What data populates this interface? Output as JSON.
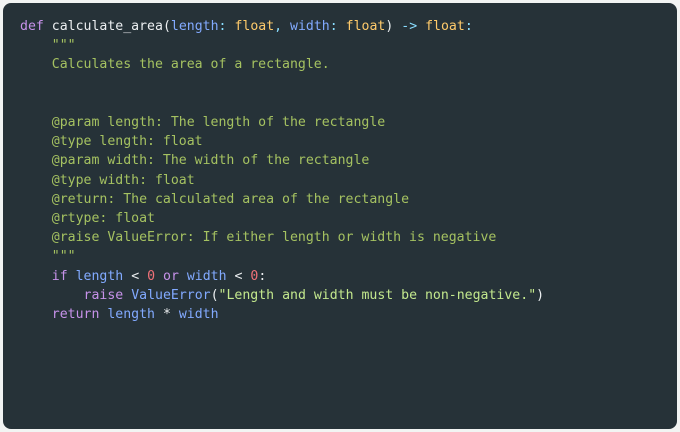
{
  "theme": {
    "page_background": "#f2f4f3",
    "editor_background": "#263238",
    "keyword_color": "#c792ea",
    "function_name_color": "#eceff1",
    "parameter_color": "#82aaff",
    "type_color": "#ffcb6b",
    "punctuation_color": "#89ddff",
    "docstring_color": "#a5c261",
    "string_color": "#c3e88d",
    "number_color": "#f07178",
    "operator_color": "#eceff1",
    "class_color": "#82aaff"
  },
  "language": "python",
  "code": {
    "plain_text": "def calculate_area(length: float, width: float) -> float:\n    \"\"\"\n    Calculates the area of a rectangle.\n\n\n    @param length: The length of the rectangle\n    @type length: float\n    @param width: The width of the rectangle\n    @type width: float\n    @return: The calculated area of the rectangle\n    @rtype: float\n    @raise ValueError: If either length or width is negative\n    \"\"\"\n    if length < 0 or width < 0:\n        raise ValueError(\"Length and width must be non-negative.\")\n    return length * width",
    "function_name": "calculate_area",
    "lines": [
      {
        "index": 1,
        "text": "def calculate_area(length: float, width: float) -> float:",
        "tokens": [
          {
            "t": "def",
            "c": "kw"
          },
          {
            "t": " ",
            "c": "plain"
          },
          {
            "t": "calculate_area",
            "c": "fnname"
          },
          {
            "t": "(",
            "c": "paren"
          },
          {
            "t": "length",
            "c": "param"
          },
          {
            "t": ":",
            "c": "punct"
          },
          {
            "t": " ",
            "c": "plain"
          },
          {
            "t": "float",
            "c": "type"
          },
          {
            "t": ",",
            "c": "punct"
          },
          {
            "t": " ",
            "c": "plain"
          },
          {
            "t": "width",
            "c": "param"
          },
          {
            "t": ":",
            "c": "punct"
          },
          {
            "t": " ",
            "c": "plain"
          },
          {
            "t": "float",
            "c": "type"
          },
          {
            "t": ")",
            "c": "paren"
          },
          {
            "t": " ",
            "c": "plain"
          },
          {
            "t": "->",
            "c": "arrow"
          },
          {
            "t": " ",
            "c": "plain"
          },
          {
            "t": "float",
            "c": "type"
          },
          {
            "t": ":",
            "c": "punct"
          }
        ]
      },
      {
        "index": 2,
        "text": "    \"\"\"",
        "tokens": [
          {
            "t": "    \"\"\"",
            "c": "doc"
          }
        ]
      },
      {
        "index": 3,
        "text": "    Calculates the area of a rectangle.",
        "tokens": [
          {
            "t": "    Calculates the area of a rectangle.",
            "c": "doc"
          }
        ]
      },
      {
        "index": 4,
        "text": "",
        "tokens": [
          {
            "t": " ",
            "c": "doc"
          }
        ]
      },
      {
        "index": 5,
        "text": "",
        "tokens": [
          {
            "t": " ",
            "c": "doc"
          }
        ]
      },
      {
        "index": 6,
        "text": "    @param length: The length of the rectangle",
        "tokens": [
          {
            "t": "    @param length: The length of the rectangle",
            "c": "doc"
          }
        ]
      },
      {
        "index": 7,
        "text": "    @type length: float",
        "tokens": [
          {
            "t": "    @type length: float",
            "c": "doc"
          }
        ]
      },
      {
        "index": 8,
        "text": "    @param width: The width of the rectangle",
        "tokens": [
          {
            "t": "    @param width: The width of the rectangle",
            "c": "doc"
          }
        ]
      },
      {
        "index": 9,
        "text": "    @type width: float",
        "tokens": [
          {
            "t": "    @type width: float",
            "c": "doc"
          }
        ]
      },
      {
        "index": 10,
        "text": "    @return: The calculated area of the rectangle",
        "tokens": [
          {
            "t": "    @return: The calculated area of the rectangle",
            "c": "doc"
          }
        ]
      },
      {
        "index": 11,
        "text": "    @rtype: float",
        "tokens": [
          {
            "t": "    @rtype: float",
            "c": "doc"
          }
        ]
      },
      {
        "index": 12,
        "text": "    @raise ValueError: If either length or width is negative",
        "tokens": [
          {
            "t": "    @raise ValueError: If either length or width is negative",
            "c": "doc"
          }
        ]
      },
      {
        "index": 13,
        "text": "    \"\"\"",
        "tokens": [
          {
            "t": "    \"\"\"",
            "c": "doc"
          }
        ]
      },
      {
        "index": 14,
        "text": "    if length < 0 or width < 0:",
        "tokens": [
          {
            "t": "    ",
            "c": "plain"
          },
          {
            "t": "if",
            "c": "kw"
          },
          {
            "t": " ",
            "c": "plain"
          },
          {
            "t": "length",
            "c": "ident"
          },
          {
            "t": " ",
            "c": "plain"
          },
          {
            "t": "<",
            "c": "op"
          },
          {
            "t": " ",
            "c": "plain"
          },
          {
            "t": "0",
            "c": "num"
          },
          {
            "t": " ",
            "c": "plain"
          },
          {
            "t": "or",
            "c": "kw"
          },
          {
            "t": " ",
            "c": "plain"
          },
          {
            "t": "width",
            "c": "ident"
          },
          {
            "t": " ",
            "c": "plain"
          },
          {
            "t": "<",
            "c": "op"
          },
          {
            "t": " ",
            "c": "plain"
          },
          {
            "t": "0",
            "c": "num"
          },
          {
            "t": ":",
            "c": "op"
          }
        ]
      },
      {
        "index": 15,
        "text": "        raise ValueError(\"Length and width must be non-negative.\")",
        "tokens": [
          {
            "t": "        ",
            "c": "plain"
          },
          {
            "t": "raise",
            "c": "kw"
          },
          {
            "t": " ",
            "c": "plain"
          },
          {
            "t": "ValueError",
            "c": "cls"
          },
          {
            "t": "(",
            "c": "paren"
          },
          {
            "t": "\"Length and width must be non-negative.\"",
            "c": "str"
          },
          {
            "t": ")",
            "c": "paren"
          }
        ]
      },
      {
        "index": 16,
        "text": "    return length * width",
        "tokens": [
          {
            "t": "    ",
            "c": "plain"
          },
          {
            "t": "return",
            "c": "kw"
          },
          {
            "t": " ",
            "c": "plain"
          },
          {
            "t": "length",
            "c": "ident"
          },
          {
            "t": " ",
            "c": "plain"
          },
          {
            "t": "*",
            "c": "op"
          },
          {
            "t": " ",
            "c": "plain"
          },
          {
            "t": "width",
            "c": "ident"
          }
        ]
      }
    ]
  }
}
